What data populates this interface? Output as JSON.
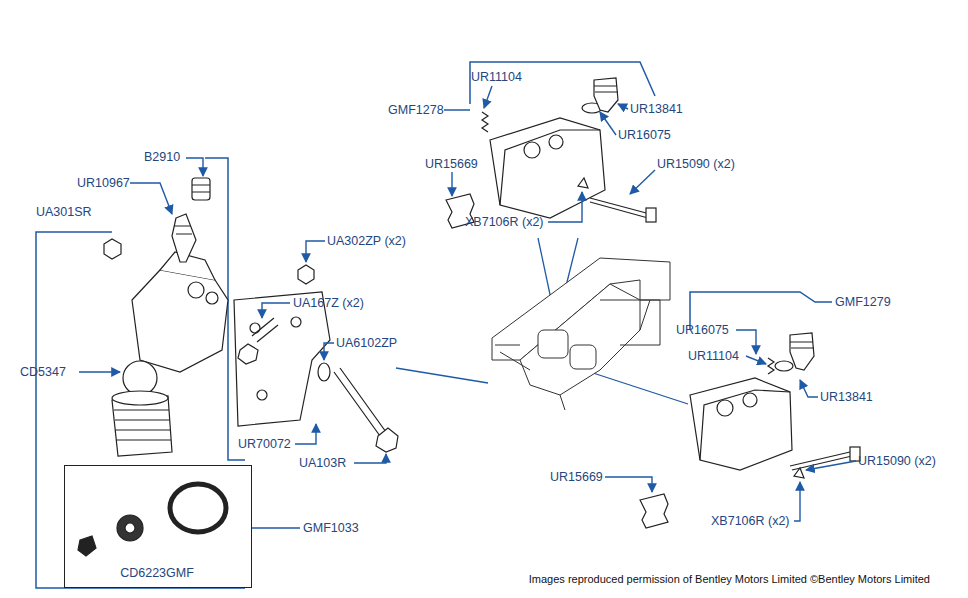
{
  "diagram": {
    "nodes": [
      {
        "text": [
          "CD6223GMF"
        ]
      }
    ],
    "labels": [
      "UR11104",
      "GMF1278",
      "UR13841",
      "UR16075",
      "B2910",
      "UR15669",
      "UR15090 (x2)",
      "UR10967",
      "XB7106R (x2)",
      "UA301SR",
      "UA302ZP (x2)",
      "UA167Z (x2)",
      "UA6102ZP",
      "GMF1279",
      "UR16075",
      "UR11104",
      "CD5347",
      "UR13841",
      "UR70072",
      "UA103R",
      "UR15669",
      "UR15090 (x2)",
      "XB7106R (x2)",
      "GMF1033",
      "Images reproduced permission of Bentley Motors Limited ©Bentley Motors Limited"
    ]
  }
}
